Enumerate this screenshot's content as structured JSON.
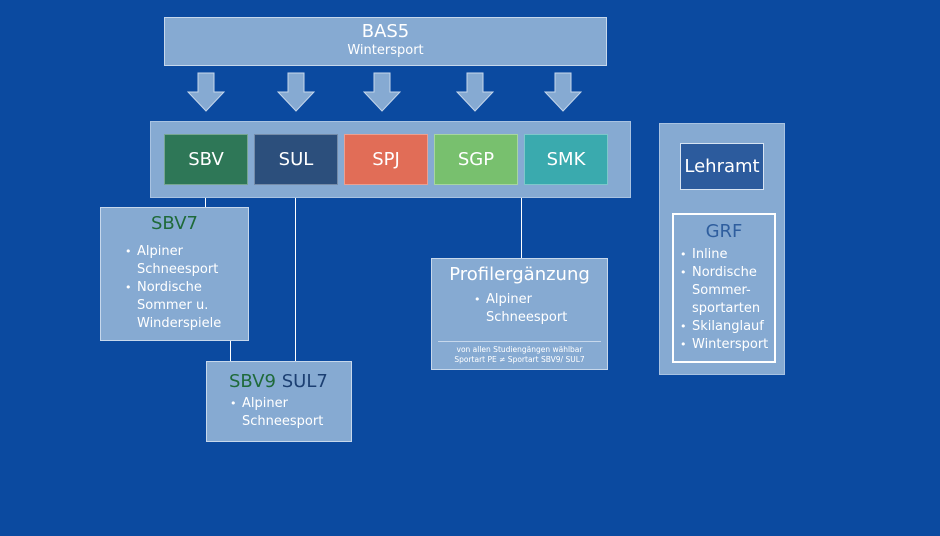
{
  "top": {
    "title": "BAS5",
    "subtitle": "Wintersport"
  },
  "programs": [
    {
      "label": "SBV",
      "color": "#2e7757"
    },
    {
      "label": "SUL",
      "color": "#2c4f7c"
    },
    {
      "label": "SPJ",
      "color": "#e16d57"
    },
    {
      "label": "SGP",
      "color": "#78c06e"
    },
    {
      "label": "SMK",
      "color": "#3aaaae"
    }
  ],
  "sbv7": {
    "title": "SBV7",
    "title_color": "#1f6a3a",
    "items": [
      "Alpiner Schneesport",
      "Nordische Sommer u. Winderspiele"
    ]
  },
  "sbv9": {
    "title_a": "SBV9",
    "title_b": "SUL7",
    "items": [
      "Alpiner Schneesport"
    ]
  },
  "profil": {
    "title": "Profilergänzung",
    "items": [
      "Alpiner Schneesport"
    ],
    "note_line1": "von allen Studiengängen wählbar",
    "note_line2": "Sportart PE ≠ Sportart SBV9/ SUL7"
  },
  "lehramt": {
    "title": "Lehramt",
    "grf_title": "GRF",
    "items": [
      "Inline",
      "Nordische Sommer-sportarten",
      "Skilanglauf",
      "Wintersport"
    ]
  }
}
